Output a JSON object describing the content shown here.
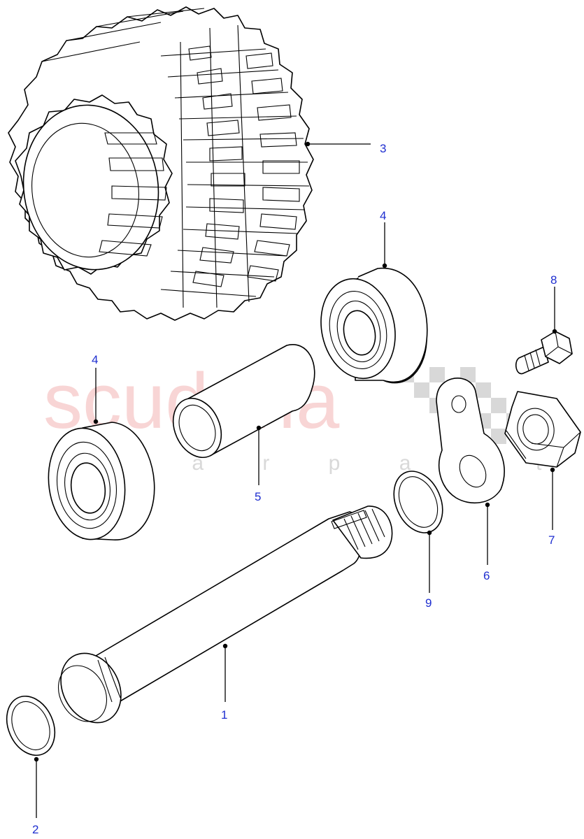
{
  "watermark": {
    "brand": "scuderia",
    "tagline": "c a r p a r t s"
  },
  "callouts": [
    {
      "id": "1",
      "label": "1"
    },
    {
      "id": "2",
      "label": "2"
    },
    {
      "id": "3",
      "label": "3"
    },
    {
      "id": "4a",
      "label": "4"
    },
    {
      "id": "4b",
      "label": "4"
    },
    {
      "id": "5",
      "label": "5"
    },
    {
      "id": "6",
      "label": "6"
    },
    {
      "id": "7",
      "label": "7"
    },
    {
      "id": "8",
      "label": "8"
    },
    {
      "id": "9",
      "label": "9"
    }
  ],
  "colors": {
    "callout": "#1f2fd0",
    "line": "#000000",
    "watermark": "#f3b3b3"
  }
}
